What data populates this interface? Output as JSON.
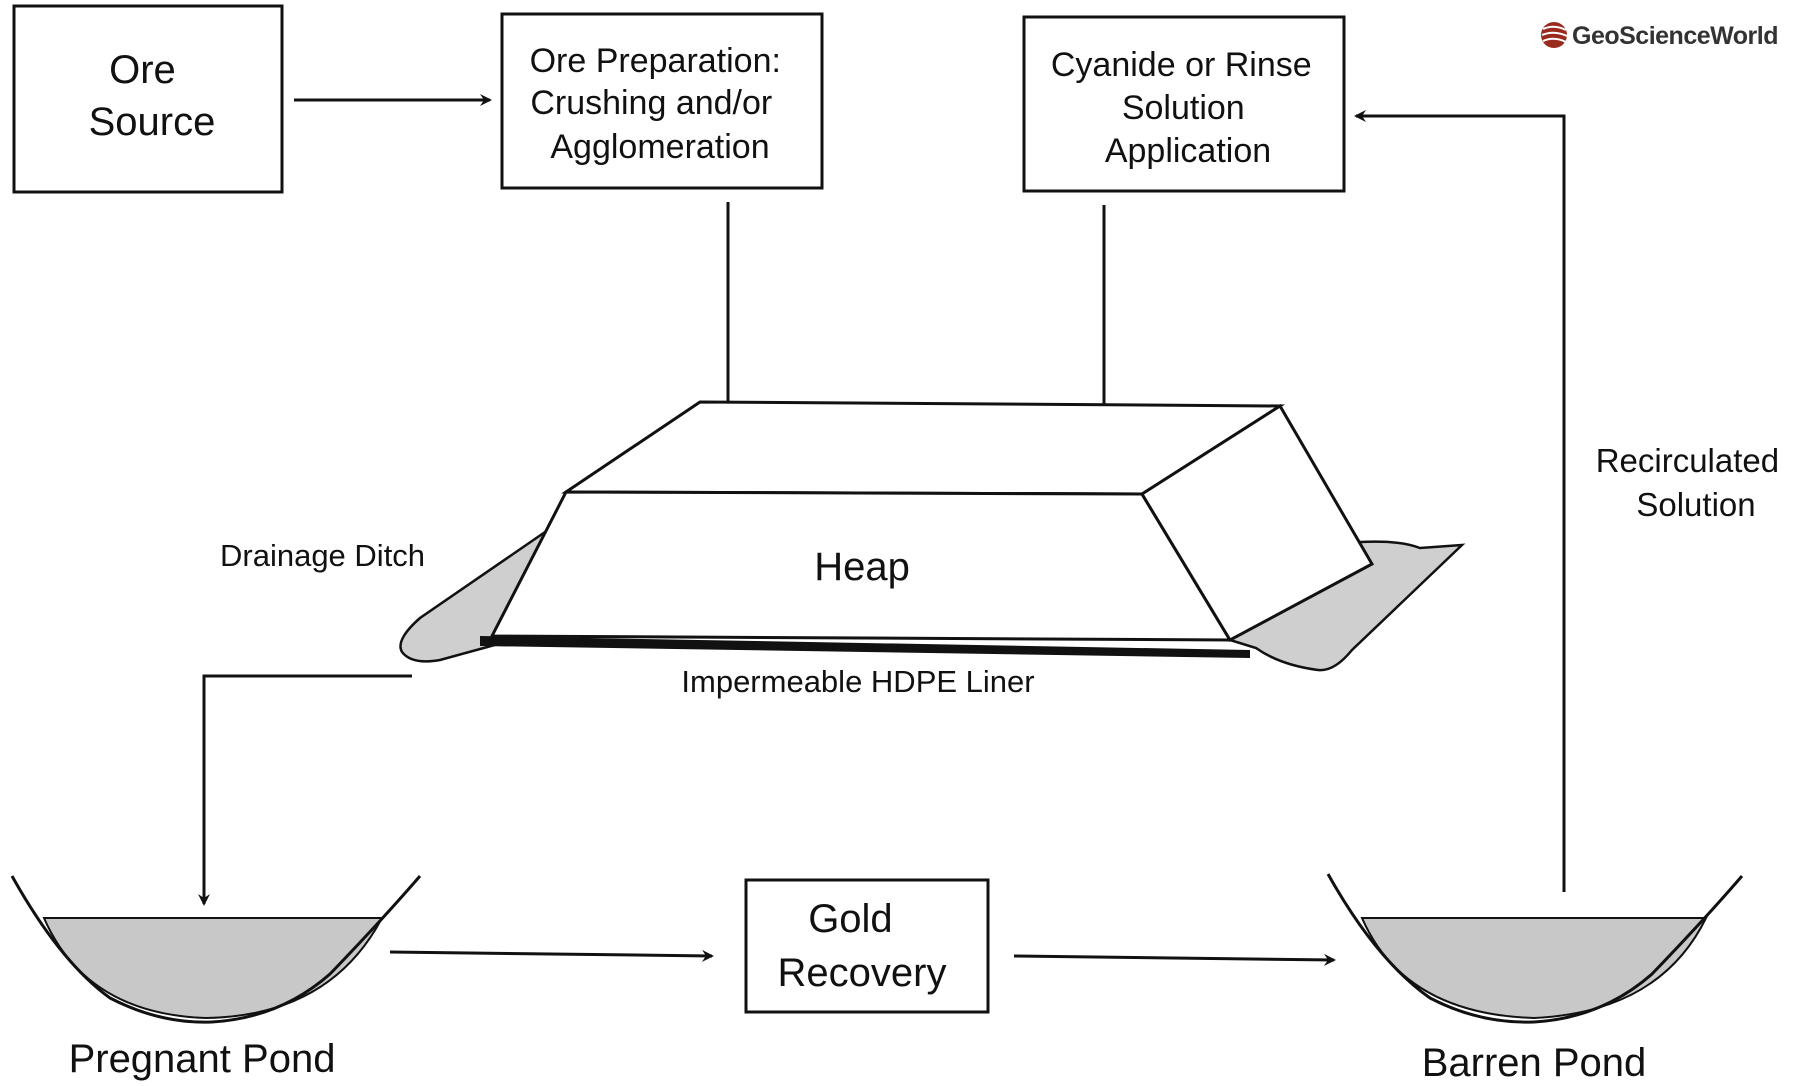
{
  "brand": {
    "name": "GeoScienceWorld",
    "logo_icon": "sphere-stripes-icon",
    "logo_color": "#9a2a1e"
  },
  "boxes": {
    "ore_source": [
      "Ore",
      "Source"
    ],
    "ore_preparation": [
      "Ore Preparation:",
      "Crushing and/or",
      "Agglomeration"
    ],
    "solution_application": [
      "Cyanide or Rinse",
      "Solution",
      "Application"
    ],
    "gold_recovery": [
      "Gold",
      "Recovery"
    ]
  },
  "heap": {
    "label": "Heap"
  },
  "labels": {
    "drainage_ditch": "Drainage Ditch",
    "liner": "Impermeable HDPE Liner",
    "recirculated": [
      "Recirculated",
      "Solution"
    ],
    "pregnant_pond": "Pregnant Pond",
    "barren_pond": "Barren Pond"
  },
  "colors": {
    "line": "#111111",
    "pond_fill": "#c8c8c8",
    "ditch_fill": "#cfcfcf",
    "liner": "#111111"
  }
}
